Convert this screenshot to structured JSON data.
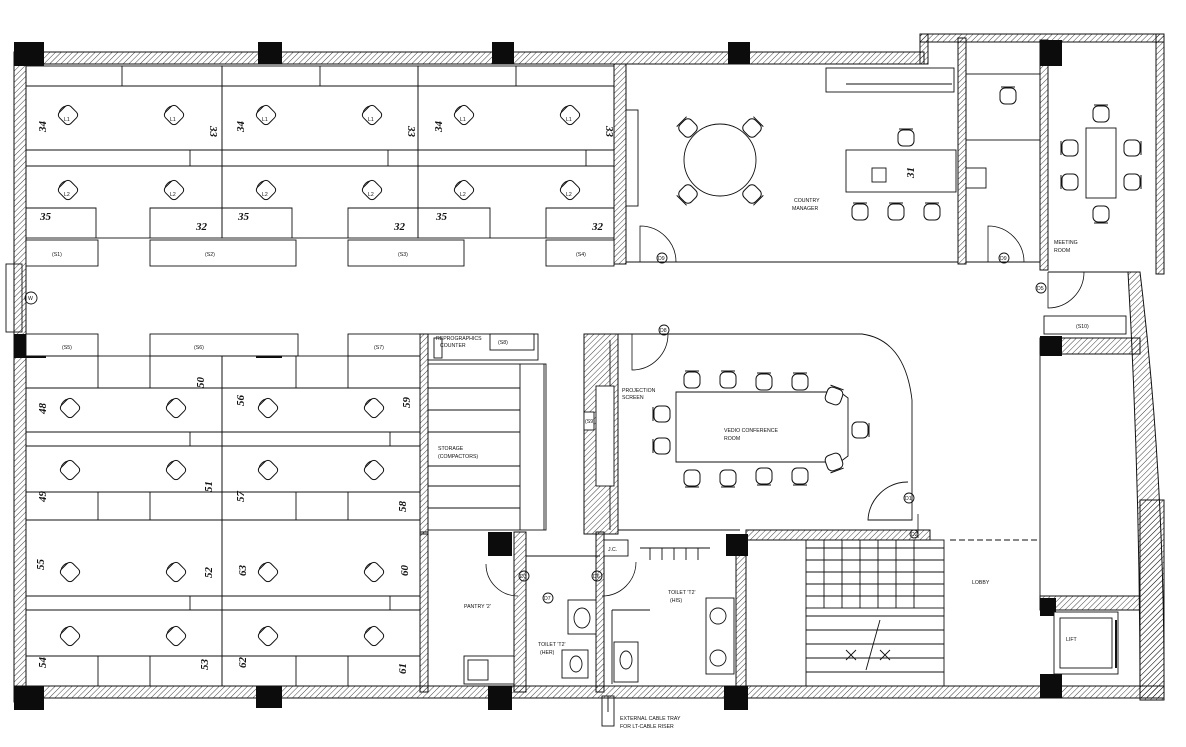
{
  "rooms": {
    "country_manager": "COUNTRY\nMANAGER",
    "meeting_room": "MEETING\nROOM",
    "reprographics_counter": "REPROGRAPHICS\nCOUNTER",
    "storage": "STORAGE\n(COMPACTORS)",
    "projection_screen": "PROJECTION\nSCREEN",
    "video_conference_room": "VEDIO CONFERENCE\nROOM",
    "pantry": "PANTRY '2'",
    "toilet_her": "TOILET 'T2'\n(HER)",
    "toilet_his": "TOILET 'T2'\n(HIS)",
    "jc": "J.C.",
    "lobby": "LOBBY",
    "lift": "LIFT",
    "external_cable_tray": "EXTERNAL CABLE TRAY\nFOR LT-CABLE RISER",
    "window_tag": "W"
  },
  "storage_tags": {
    "s1": "(S1)",
    "s2": "(S2)",
    "s3": "(S3)",
    "s4": "(S4)",
    "s5": "(S5)",
    "s6": "(S6)",
    "s7": "(S7)",
    "s8": "(S8)",
    "s10": "(S10)",
    "s9": "(S9)"
  },
  "door_tags": {
    "d1": "D1",
    "d2": "D2",
    "d3": "D3",
    "d5a": "D5",
    "d5b": "D5",
    "d6": "D6",
    "d7": "D7",
    "d8": "D8",
    "d9a": "D9",
    "d9b": "D9"
  },
  "workstation_numbers": {
    "top_a": [
      "34",
      "33",
      "35",
      "32"
    ],
    "top_b": [
      "34",
      "33",
      "35",
      "32"
    ],
    "top_c": [
      "34",
      "33",
      "35",
      "32"
    ],
    "manager_desk": "31",
    "bottom_a": [
      "48",
      "50",
      "49",
      "51",
      "55",
      "52",
      "54",
      "53"
    ],
    "bottom_b": [
      "56",
      "59",
      "57",
      "58",
      "63",
      "60",
      "62",
      "61"
    ]
  },
  "chair_tags": {
    "l1": "L1",
    "l2": "L2"
  }
}
